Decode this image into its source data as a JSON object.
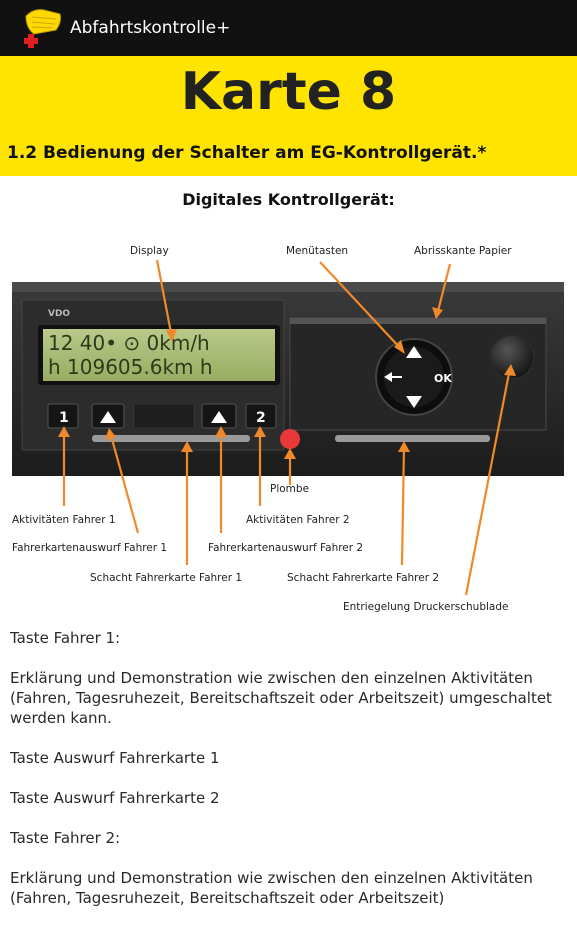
{
  "appbar": {
    "title": "Abfahrtskontrolle+",
    "icon": "app-logo-icon"
  },
  "card": {
    "title": "Karte 8",
    "subtitle": "1.2 Bedienung der Schalter am EG-Kontrollgerät.*"
  },
  "figure": {
    "title": "Digitales Kontrollgerät:",
    "device": {
      "brand": "VDO",
      "display_line1": "12 40• ⊙       0km/h",
      "display_line2": "h 109605.6km  h",
      "btn1": "1",
      "btn2": "2",
      "ok": "OK"
    },
    "labels": {
      "display": "Display",
      "menu_keys": "Menütasten",
      "tear_edge": "Abrisskante Papier",
      "seal": "Plombe",
      "activities_1": "Aktivitäten Fahrer 1",
      "activities_2": "Aktivitäten Fahrer 2",
      "eject_1": "Fahrerkartenauswurf Fahrer 1",
      "eject_2": "Fahrerkartenauswurf Fahrer 2",
      "slot_1": "Schacht Fahrerkarte Fahrer 1",
      "slot_2": "Schacht Fahrerkarte Fahrer 2",
      "printer_unlock": "Entriegelung Druckerschublade"
    },
    "colors": {
      "arrow": "#f0892a",
      "banner": "#ffe400",
      "seal": "#e8393a"
    }
  },
  "content": {
    "p1": "Taste Fahrer 1:",
    "p2": "Erklärung und Demonstration wie zwischen den einzelnen Aktivitäten (Fahren, Tagesruhezeit, Bereitschaftszeit oder Arbeitszeit) umgeschaltet werden kann.",
    "p3": "Taste Auswurf Fahrerkarte 1",
    "p4": "Taste Auswurf Fahrerkarte 2",
    "p5": "Taste Fahrer 2:",
    "p6": "Erklärung und Demonstration wie zwischen den einzelnen Aktivitäten (Fahren, Tagesruhezeit, Bereitschaftszeit oder Arbeitszeit)"
  }
}
